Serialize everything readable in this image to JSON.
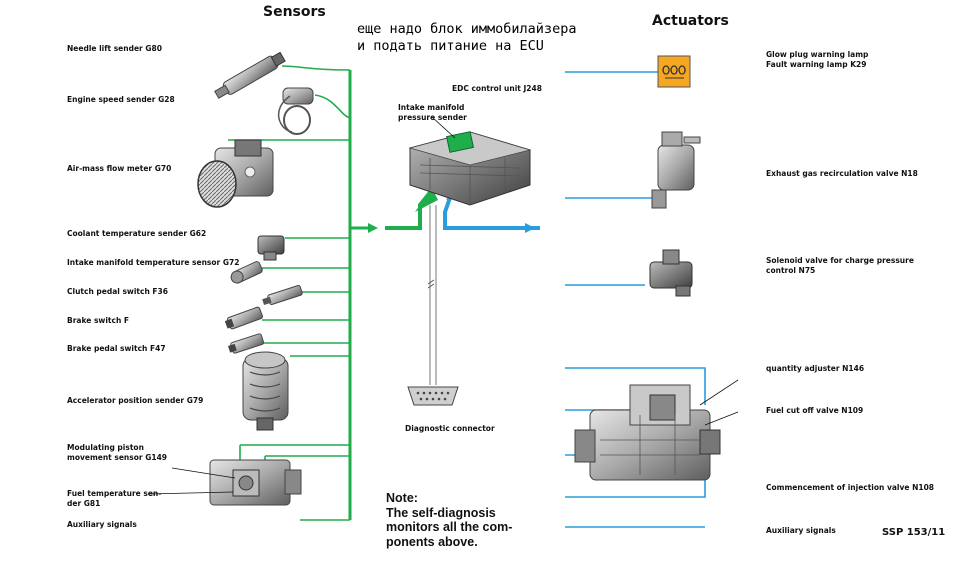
{
  "colors": {
    "sensor_line": "#1fae4b",
    "actuator_line": "#2a9ddc",
    "lamp_fill": "#f5a623",
    "component_gray": "#8c8c8c"
  },
  "headings": {
    "sensors": "Sensors",
    "actuators": "Actuators"
  },
  "handwritten_note": "еще надо блок иммобилайзера\nи подать питание на ECU",
  "ecu": {
    "title": "EDC control unit J248",
    "intake_sender_line1": "Intake manifold",
    "intake_sender_line2": "pressure sender"
  },
  "diagnostic_connector": "Diagnostic connector",
  "sensors": [
    {
      "label": "Needle lift sender G80"
    },
    {
      "label": "Engine speed sender G28"
    },
    {
      "label": "Air-mass flow meter G70"
    },
    {
      "label": "Coolant temperature sender G62"
    },
    {
      "label": "Intake manifold temperature sensor G72"
    },
    {
      "label": "Clutch pedal switch F36"
    },
    {
      "label": "Brake switch F"
    },
    {
      "label": "Brake pedal switch F47"
    },
    {
      "label": "Accelerator position sender G79"
    },
    {
      "label": "Modulating piston",
      "label2": "movement sensor G149"
    },
    {
      "label": "Fuel temperature sen-",
      "label2": "der G81"
    },
    {
      "label": "Auxiliary signals"
    }
  ],
  "actuators": [
    {
      "label": "Glow plug warning lamp",
      "label2": "Fault warning lamp K29"
    },
    {
      "label": "Exhaust gas recirculation valve N18"
    },
    {
      "label": "Solenoid valve for charge pressure",
      "label2": "control N75"
    },
    {
      "label": "quantity adjuster N146"
    },
    {
      "label": "Fuel cut off valve N109"
    },
    {
      "label": "Commencement of injection valve N108"
    },
    {
      "label": "Auxiliary signals"
    }
  ],
  "note": {
    "line1": "Note:",
    "line2": "The self-diagnosis",
    "line3": "monitors all the com-",
    "line4": "ponents above."
  },
  "ssp": "SSP 153/11"
}
